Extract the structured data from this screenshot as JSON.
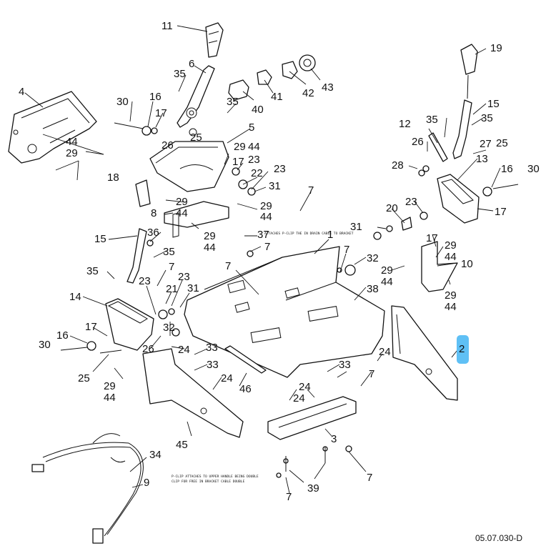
{
  "diagram": {
    "figure_code": "05.07.030-D",
    "highlight_color": "#5fc0f5",
    "notes": [
      "ATTACHES P-CLIP THE IN DRAIN CABLE TO BRACKET",
      "P-CLIP ATTACHES TO UPPER HANDLE BEING DOUBLE",
      "CLIP FOR FREE IN BRACKET CABLE DOUBLE"
    ],
    "callouts": [
      {
        "id": "11",
        "text": "11"
      },
      {
        "id": "6",
        "text": "6"
      },
      {
        "id": "35a",
        "text": "35"
      },
      {
        "id": "40",
        "text": "40"
      },
      {
        "id": "41",
        "text": "41"
      },
      {
        "id": "42",
        "text": "42"
      },
      {
        "id": "43",
        "text": "43"
      },
      {
        "id": "19",
        "text": "19"
      },
      {
        "id": "4",
        "text": "4"
      },
      {
        "id": "30a",
        "text": "30"
      },
      {
        "id": "16a",
        "text": "16"
      },
      {
        "id": "17a",
        "text": "17"
      },
      {
        "id": "35b",
        "text": "35"
      },
      {
        "id": "25a",
        "text": "25"
      },
      {
        "id": "26a",
        "text": "26"
      },
      {
        "id": "5",
        "text": "5"
      },
      {
        "id": "44a",
        "text": "44"
      },
      {
        "id": "29a",
        "text": "29"
      },
      {
        "id": "29b",
        "text": "29"
      },
      {
        "id": "44b",
        "text": "44"
      },
      {
        "id": "17b",
        "text": "17"
      },
      {
        "id": "23a",
        "text": "23"
      },
      {
        "id": "23b",
        "text": "23"
      },
      {
        "id": "22",
        "text": "22"
      },
      {
        "id": "31a",
        "text": "31"
      },
      {
        "id": "18",
        "text": "18"
      },
      {
        "id": "29c",
        "text": "29"
      },
      {
        "id": "44c",
        "text": "44"
      },
      {
        "id": "7a",
        "text": "7"
      },
      {
        "id": "8",
        "text": "8"
      },
      {
        "id": "29d",
        "text": "29"
      },
      {
        "id": "44d",
        "text": "44"
      },
      {
        "id": "29e",
        "text": "29"
      },
      {
        "id": "44e",
        "text": "44"
      },
      {
        "id": "37",
        "text": "37"
      },
      {
        "id": "7b",
        "text": "7"
      },
      {
        "id": "15a",
        "text": "15"
      },
      {
        "id": "36",
        "text": "36"
      },
      {
        "id": "35c",
        "text": "35"
      },
      {
        "id": "35d",
        "text": "35"
      },
      {
        "id": "7c",
        "text": "7"
      },
      {
        "id": "23c",
        "text": "23"
      },
      {
        "id": "23d",
        "text": "23"
      },
      {
        "id": "21",
        "text": "21"
      },
      {
        "id": "31b",
        "text": "31"
      },
      {
        "id": "7d",
        "text": "7"
      },
      {
        "id": "1",
        "text": "1"
      },
      {
        "id": "7e",
        "text": "7"
      },
      {
        "id": "32a",
        "text": "32"
      },
      {
        "id": "38",
        "text": "38"
      },
      {
        "id": "12",
        "text": "12"
      },
      {
        "id": "35e",
        "text": "35"
      },
      {
        "id": "15b",
        "text": "15"
      },
      {
        "id": "35f",
        "text": "35"
      },
      {
        "id": "26b",
        "text": "26"
      },
      {
        "id": "27",
        "text": "27"
      },
      {
        "id": "25b",
        "text": "25"
      },
      {
        "id": "13",
        "text": "13"
      },
      {
        "id": "28",
        "text": "28"
      },
      {
        "id": "16b",
        "text": "16"
      },
      {
        "id": "30b",
        "text": "30"
      },
      {
        "id": "23e",
        "text": "23"
      },
      {
        "id": "20",
        "text": "20"
      },
      {
        "id": "31c",
        "text": "31"
      },
      {
        "id": "17c",
        "text": "17"
      },
      {
        "id": "17d",
        "text": "17"
      },
      {
        "id": "29f",
        "text": "29"
      },
      {
        "id": "44f",
        "text": "44"
      },
      {
        "id": "10",
        "text": "10"
      },
      {
        "id": "29g",
        "text": "29"
      },
      {
        "id": "44g",
        "text": "44"
      },
      {
        "id": "29h",
        "text": "29"
      },
      {
        "id": "44h",
        "text": "44"
      },
      {
        "id": "14",
        "text": "14"
      },
      {
        "id": "17e",
        "text": "17"
      },
      {
        "id": "16c",
        "text": "16"
      },
      {
        "id": "30c",
        "text": "30"
      },
      {
        "id": "26c",
        "text": "26"
      },
      {
        "id": "25c",
        "text": "25"
      },
      {
        "id": "32b",
        "text": "32"
      },
      {
        "id": "24a",
        "text": "24"
      },
      {
        "id": "33a",
        "text": "33"
      },
      {
        "id": "33b",
        "text": "33"
      },
      {
        "id": "24b",
        "text": "24"
      },
      {
        "id": "29i",
        "text": "29"
      },
      {
        "id": "44i",
        "text": "44"
      },
      {
        "id": "46",
        "text": "46"
      },
      {
        "id": "45",
        "text": "45"
      },
      {
        "id": "24c",
        "text": "24"
      },
      {
        "id": "33c",
        "text": "33"
      },
      {
        "id": "7f",
        "text": "7"
      },
      {
        "id": "24d",
        "text": "24"
      },
      {
        "id": "24e",
        "text": "24"
      },
      {
        "id": "2",
        "text": "2"
      },
      {
        "id": "3",
        "text": "3"
      },
      {
        "id": "34",
        "text": "34"
      },
      {
        "id": "9",
        "text": "9"
      },
      {
        "id": "39",
        "text": "39"
      },
      {
        "id": "7g",
        "text": "7"
      },
      {
        "id": "7h",
        "text": "7"
      }
    ]
  }
}
